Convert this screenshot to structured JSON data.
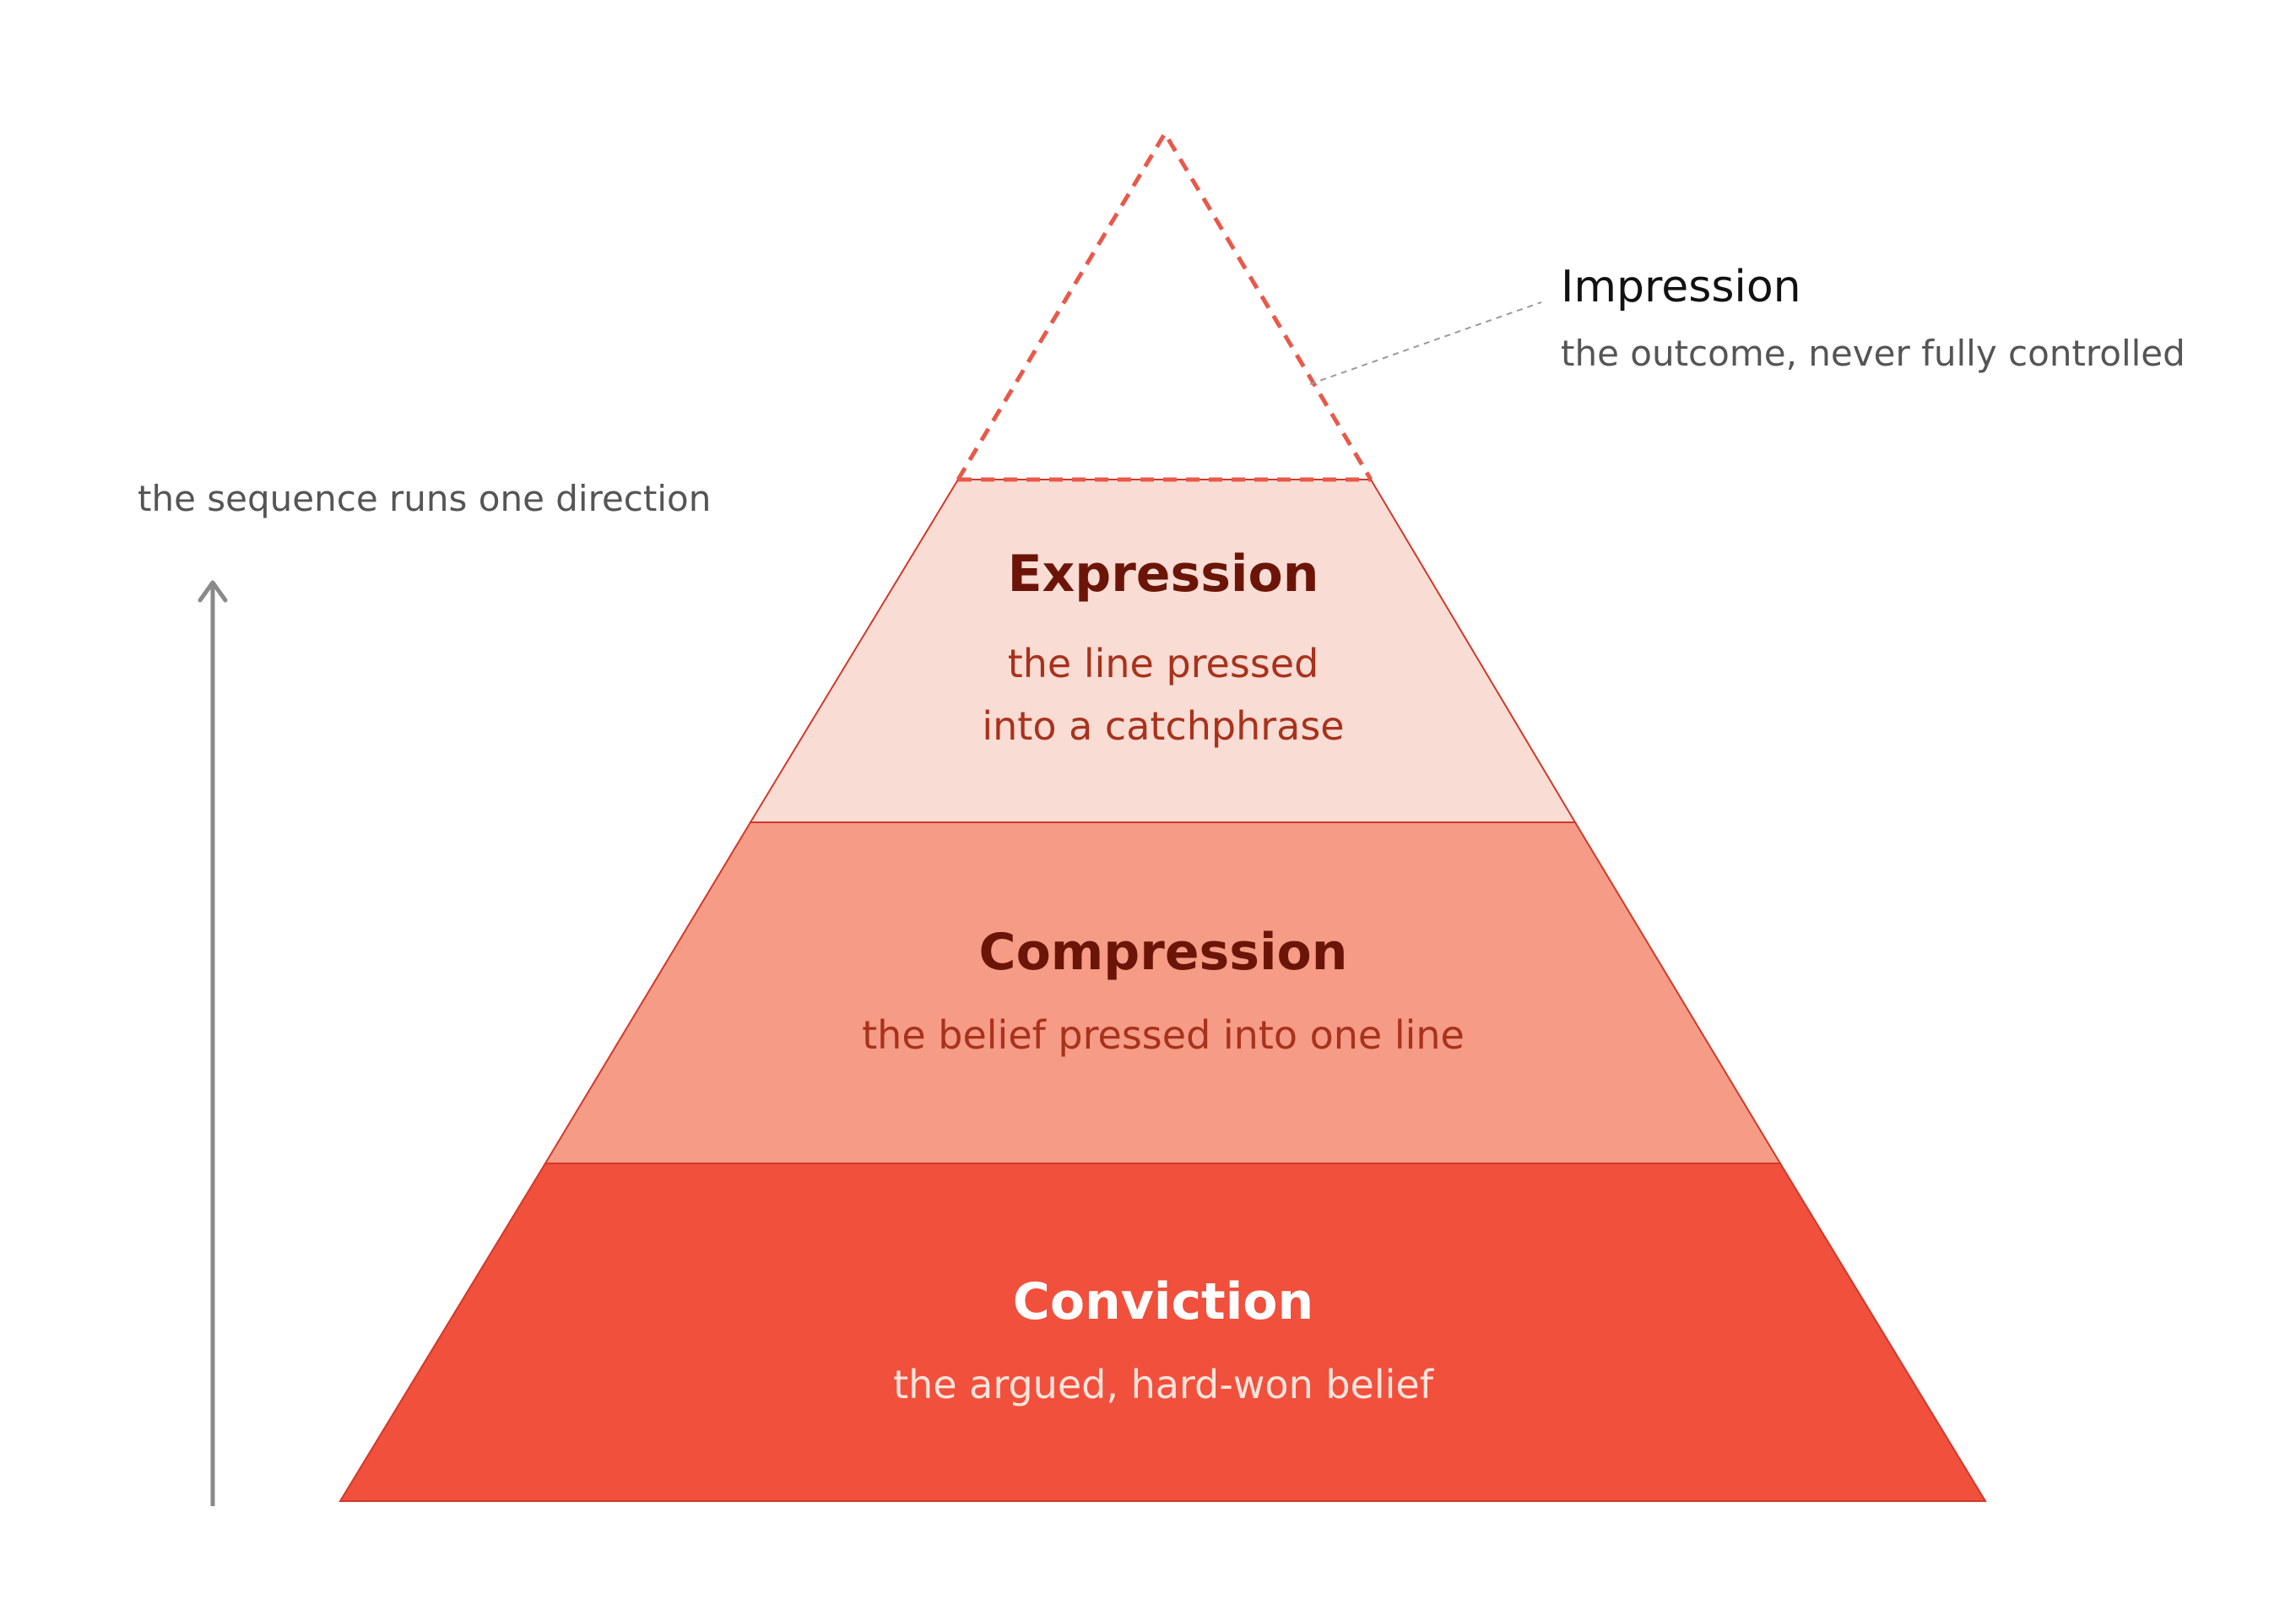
{
  "apex": {
    "title": "Impression",
    "description": "the outcome, never fully controlled"
  },
  "direction_note": "the sequence runs one direction",
  "tiers": [
    {
      "title": "Expression",
      "description_lines": [
        "the line pressed",
        "into a catchphrase"
      ]
    },
    {
      "title": "Compression",
      "description_lines": [
        "the belief pressed into one line"
      ]
    },
    {
      "title": "Conviction",
      "description_lines": [
        "the argued, hard-won belief"
      ]
    }
  ],
  "colors": {
    "expression_fill": "#f9dcd4",
    "compression_fill": "#f59b86",
    "conviction_fill": "#f0503c",
    "outline": "#d0392b",
    "apex_dashed": "#e8594a",
    "dark_title": "#6b1508",
    "dark_desc": "#a8321c",
    "light_title": "#ffffff",
    "light_desc": "#fde4dc",
    "arrow": "#8a8a8a",
    "leader_line": "#9a9a9a",
    "side_text": "#555555",
    "apex_title": "#111111"
  }
}
